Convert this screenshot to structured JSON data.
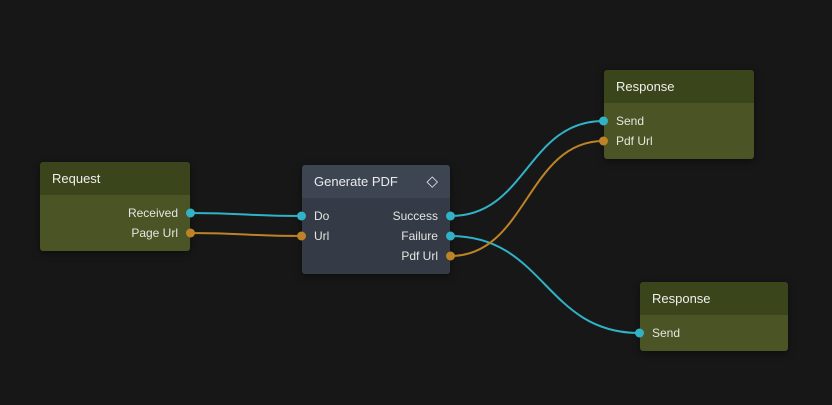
{
  "colors": {
    "bg": "#171717",
    "teal": "#31b2c6",
    "orange": "#bd8326",
    "green_header": "#3b451c",
    "green_body": "#4a5424",
    "gray_header": "#3e4552",
    "gray_body": "#343a46",
    "text": "#e4e6e2"
  },
  "nodes": [
    {
      "id": "request",
      "title": "Request",
      "style": "green",
      "outputs": [
        {
          "label": "Received",
          "color": "teal"
        },
        {
          "label": "Page Url",
          "color": "orange"
        }
      ]
    },
    {
      "id": "generate-pdf",
      "title": "Generate PDF",
      "style": "gray",
      "icon": "diamond-icon",
      "icon_glyph": "◇",
      "inputs": [
        {
          "label": "Do",
          "color": "teal"
        },
        {
          "label": "Url",
          "color": "orange"
        }
      ],
      "outputs": [
        {
          "label": "Success",
          "color": "teal"
        },
        {
          "label": "Failure",
          "color": "teal"
        },
        {
          "label": "Pdf Url",
          "color": "orange"
        }
      ]
    },
    {
      "id": "response-top",
      "title": "Response",
      "style": "green",
      "inputs": [
        {
          "label": "Send",
          "color": "teal"
        },
        {
          "label": "Pdf Url",
          "color": "orange"
        }
      ]
    },
    {
      "id": "response-bottom",
      "title": "Response",
      "style": "green",
      "inputs": [
        {
          "label": "Send",
          "color": "teal"
        }
      ]
    }
  ],
  "edges": [
    {
      "from": "request.received",
      "to": "generate-pdf.do",
      "color": "teal"
    },
    {
      "from": "request.page-url",
      "to": "generate-pdf.url",
      "color": "orange"
    },
    {
      "from": "generate-pdf.success",
      "to": "response-top.send",
      "color": "teal"
    },
    {
      "from": "generate-pdf.failure",
      "to": "response-bottom.send",
      "color": "teal"
    },
    {
      "from": "generate-pdf.pdf-url",
      "to": "response-top.pdf-url",
      "color": "orange"
    }
  ]
}
